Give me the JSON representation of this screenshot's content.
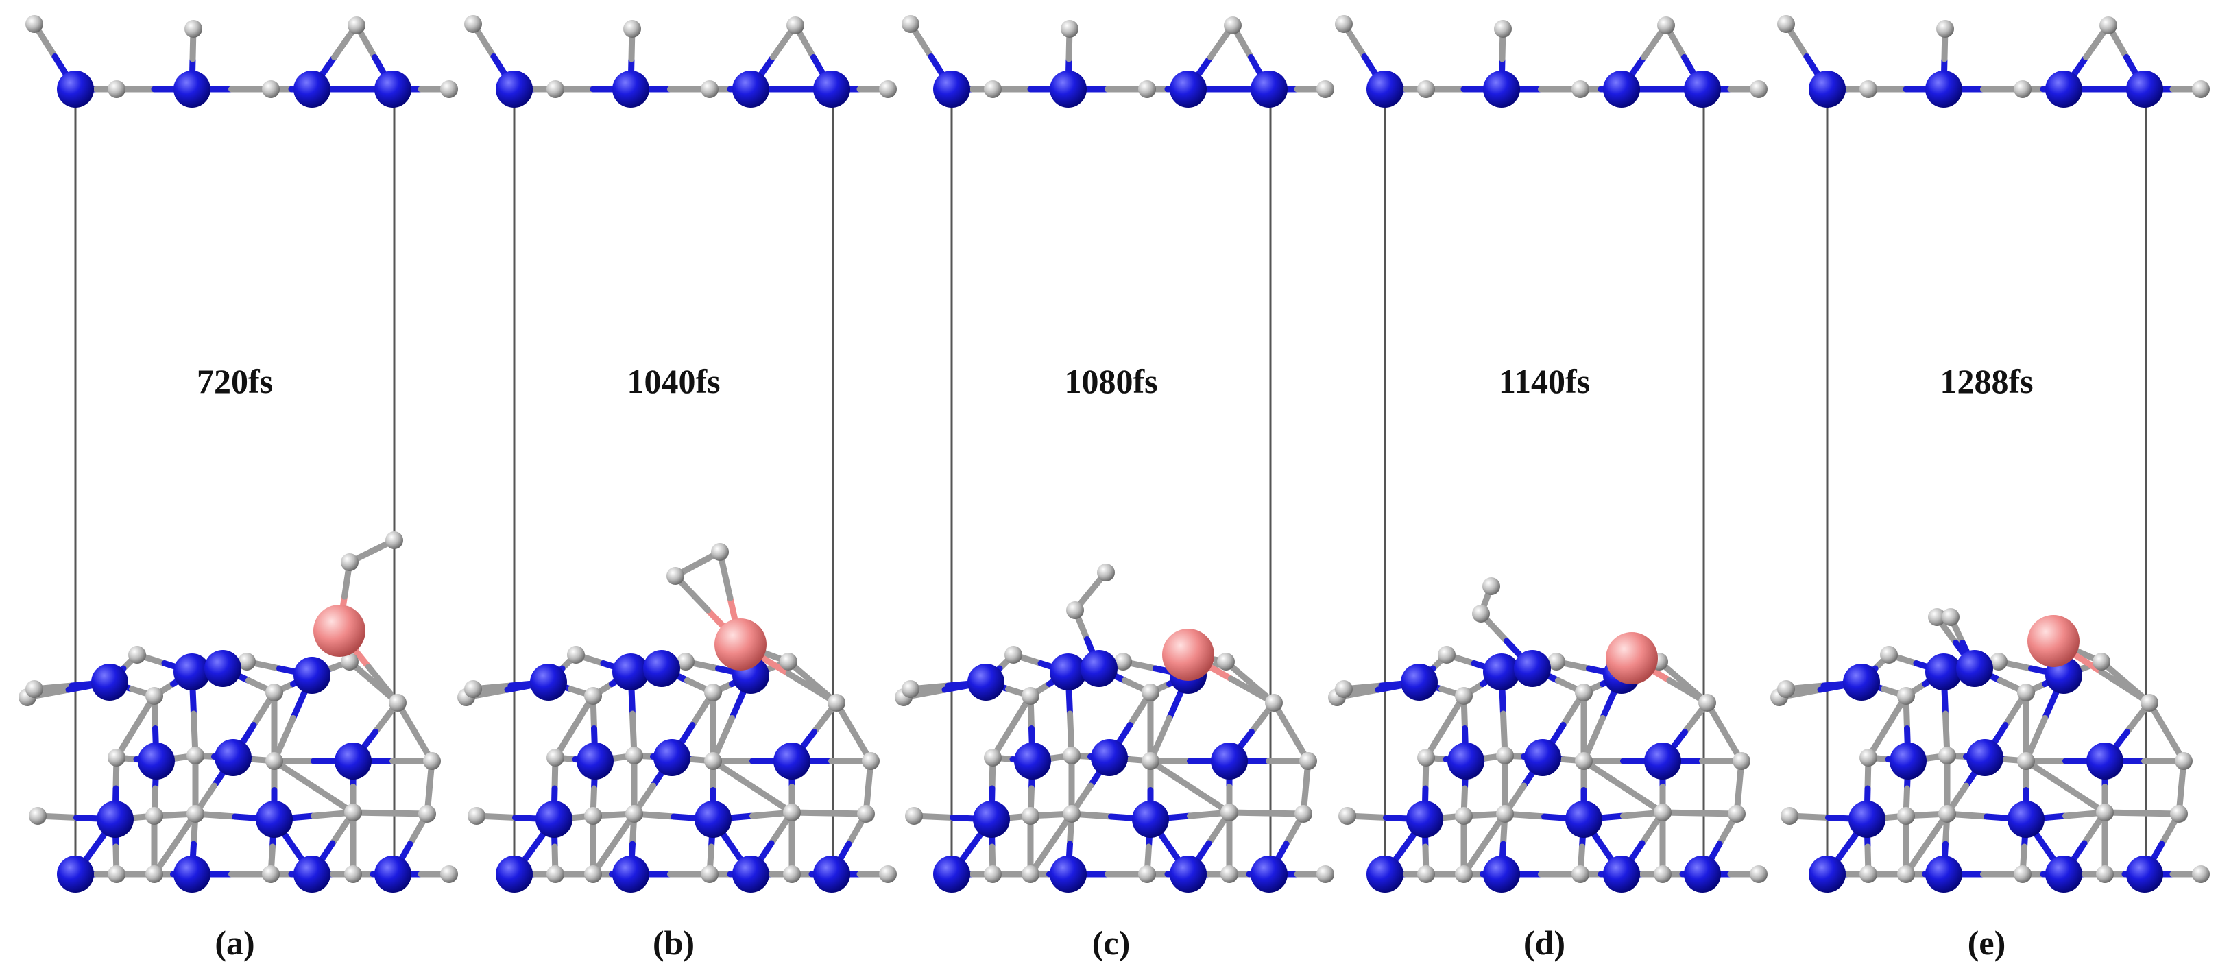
{
  "figure": {
    "panels": [
      {
        "id": "a",
        "time_label": "720fs",
        "caption": "(a)"
      },
      {
        "id": "b",
        "time_label": "1040fs",
        "caption": "(b)"
      },
      {
        "id": "c",
        "time_label": "1080fs",
        "caption": "(c)"
      },
      {
        "id": "d",
        "time_label": "1140fs",
        "caption": "(d)"
      },
      {
        "id": "e",
        "time_label": "1288fs",
        "caption": "(e)"
      }
    ]
  },
  "colors": {
    "blue_atom": "#1a1ad6",
    "gray_atom": "#b8b8b8",
    "pink_atom": "#f08a8a",
    "bond_gray": "#9a9a9a",
    "cell_line": "#555555"
  }
}
